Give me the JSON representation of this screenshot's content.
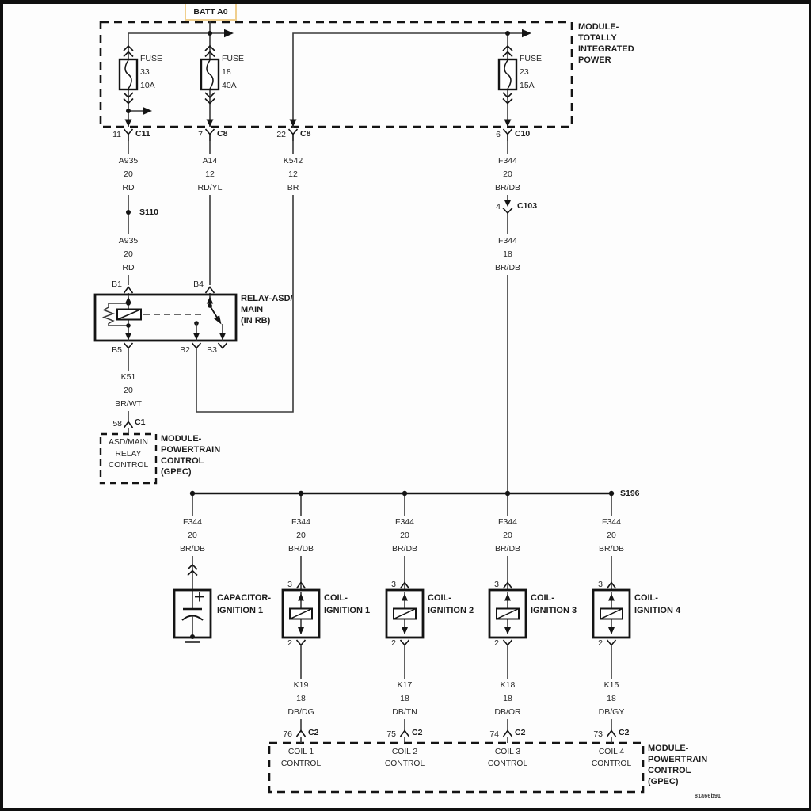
{
  "battery_label": "BATT A0",
  "tipm": {
    "module_label": [
      "MODULE-",
      "TOTALLY",
      "INTEGRATED",
      "POWER"
    ],
    "fuses": [
      {
        "name": "FUSE",
        "number": "33",
        "rating": "10A"
      },
      {
        "name": "FUSE",
        "number": "18",
        "rating": "40A"
      },
      {
        "name": "FUSE",
        "number": "23",
        "rating": "15A"
      }
    ],
    "connectors": [
      {
        "pin": "11",
        "name": "C11"
      },
      {
        "pin": "7",
        "name": "C8"
      },
      {
        "pin": "22",
        "name": "C8"
      },
      {
        "pin": "6",
        "name": "C10"
      }
    ]
  },
  "wires": {
    "a935_upper": [
      "A935",
      "20",
      "RD"
    ],
    "a935_lower": [
      "A935",
      "20",
      "RD"
    ],
    "a14": [
      "A14",
      "12",
      "RD/YL"
    ],
    "k542": [
      "K542",
      "12",
      "BR"
    ],
    "f344_20": [
      "F344",
      "20",
      "BR/DB"
    ],
    "f344_18": [
      "F344",
      "18",
      "BR/DB"
    ],
    "k51": [
      "K51",
      "20",
      "BR/WT"
    ]
  },
  "splices": {
    "s110": "S110",
    "s196": "S196"
  },
  "relay": {
    "label": [
      "RELAY-ASD/",
      "MAIN",
      "(IN RB)"
    ],
    "pins": {
      "b1": "B1",
      "b4": "B4",
      "b5": "B5",
      "b2": "B2",
      "b3": "B3"
    }
  },
  "inline_connectors": {
    "c103": {
      "pin": "4",
      "name": "C103"
    },
    "c1": {
      "pin": "58",
      "name": "C1"
    }
  },
  "pcm_top": {
    "box_label": [
      "ASD/MAIN",
      "RELAY",
      "CONTROL"
    ],
    "module_label": [
      "MODULE-",
      "POWERTRAIN",
      "CONTROL",
      "(GPEC)"
    ]
  },
  "capacitor": {
    "label": [
      "CAPACITOR-",
      "IGNITION 1"
    ],
    "wire": [
      "F344",
      "20",
      "BR/DB"
    ]
  },
  "coils": [
    {
      "label": [
        "COIL-",
        "IGNITION 1"
      ],
      "pin_top": "3",
      "pin_bottom": "2",
      "wire": [
        "F344",
        "20",
        "BR/DB"
      ],
      "out_wire": [
        "K19",
        "18",
        "DB/DG"
      ],
      "connector": {
        "pin": "76",
        "name": "C2"
      },
      "control": [
        "COIL 1",
        "CONTROL"
      ]
    },
    {
      "label": [
        "COIL-",
        "IGNITION 2"
      ],
      "pin_top": "3",
      "pin_bottom": "2",
      "wire": [
        "F344",
        "20",
        "BR/DB"
      ],
      "out_wire": [
        "K17",
        "18",
        "DB/TN"
      ],
      "connector": {
        "pin": "75",
        "name": "C2"
      },
      "control": [
        "COIL 2",
        "CONTROL"
      ]
    },
    {
      "label": [
        "COIL-",
        "IGNITION 3"
      ],
      "pin_top": "3",
      "pin_bottom": "2",
      "wire": [
        "F344",
        "20",
        "BR/DB"
      ],
      "out_wire": [
        "K18",
        "18",
        "DB/OR"
      ],
      "connector": {
        "pin": "74",
        "name": "C2"
      },
      "control": [
        "COIL 3",
        "CONTROL"
      ]
    },
    {
      "label": [
        "COIL-",
        "IGNITION 4"
      ],
      "pin_top": "3",
      "pin_bottom": "2",
      "wire": [
        "F344",
        "20",
        "BR/DB"
      ],
      "out_wire": [
        "K15",
        "18",
        "DB/GY"
      ],
      "connector": {
        "pin": "73",
        "name": "C2"
      },
      "control": [
        "COIL 4",
        "CONTROL"
      ]
    }
  ],
  "pcm_bottom": {
    "module_label": [
      "MODULE-",
      "POWERTRAIN",
      "CONTROL",
      "(GPEC)"
    ]
  },
  "doc_code": "81a66b91",
  "colors": {
    "wire": "#3a3a3a",
    "component": "#141414",
    "ink": "#262626",
    "battery_box_border": "#f0cf8e"
  }
}
